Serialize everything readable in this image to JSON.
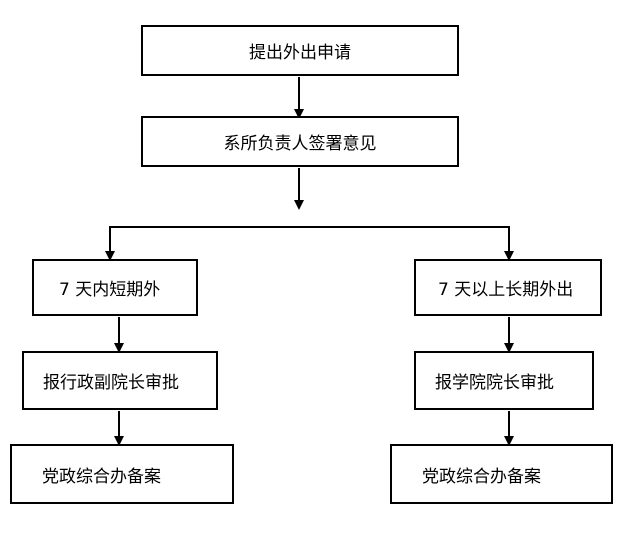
{
  "nodes": {
    "apply": "提出外出申请",
    "dept_head": "系所负责人签署意见",
    "short_trip": "7 天内短期外",
    "long_trip": "7 天以上长期外出",
    "vice_president": "报行政副院长审批",
    "president": "报学院院长审批",
    "file_left": "党政综合办备案",
    "file_right": "党政综合办备案"
  },
  "colors": {
    "stroke": "#000000",
    "text": "#000000",
    "background": "#ffffff"
  }
}
